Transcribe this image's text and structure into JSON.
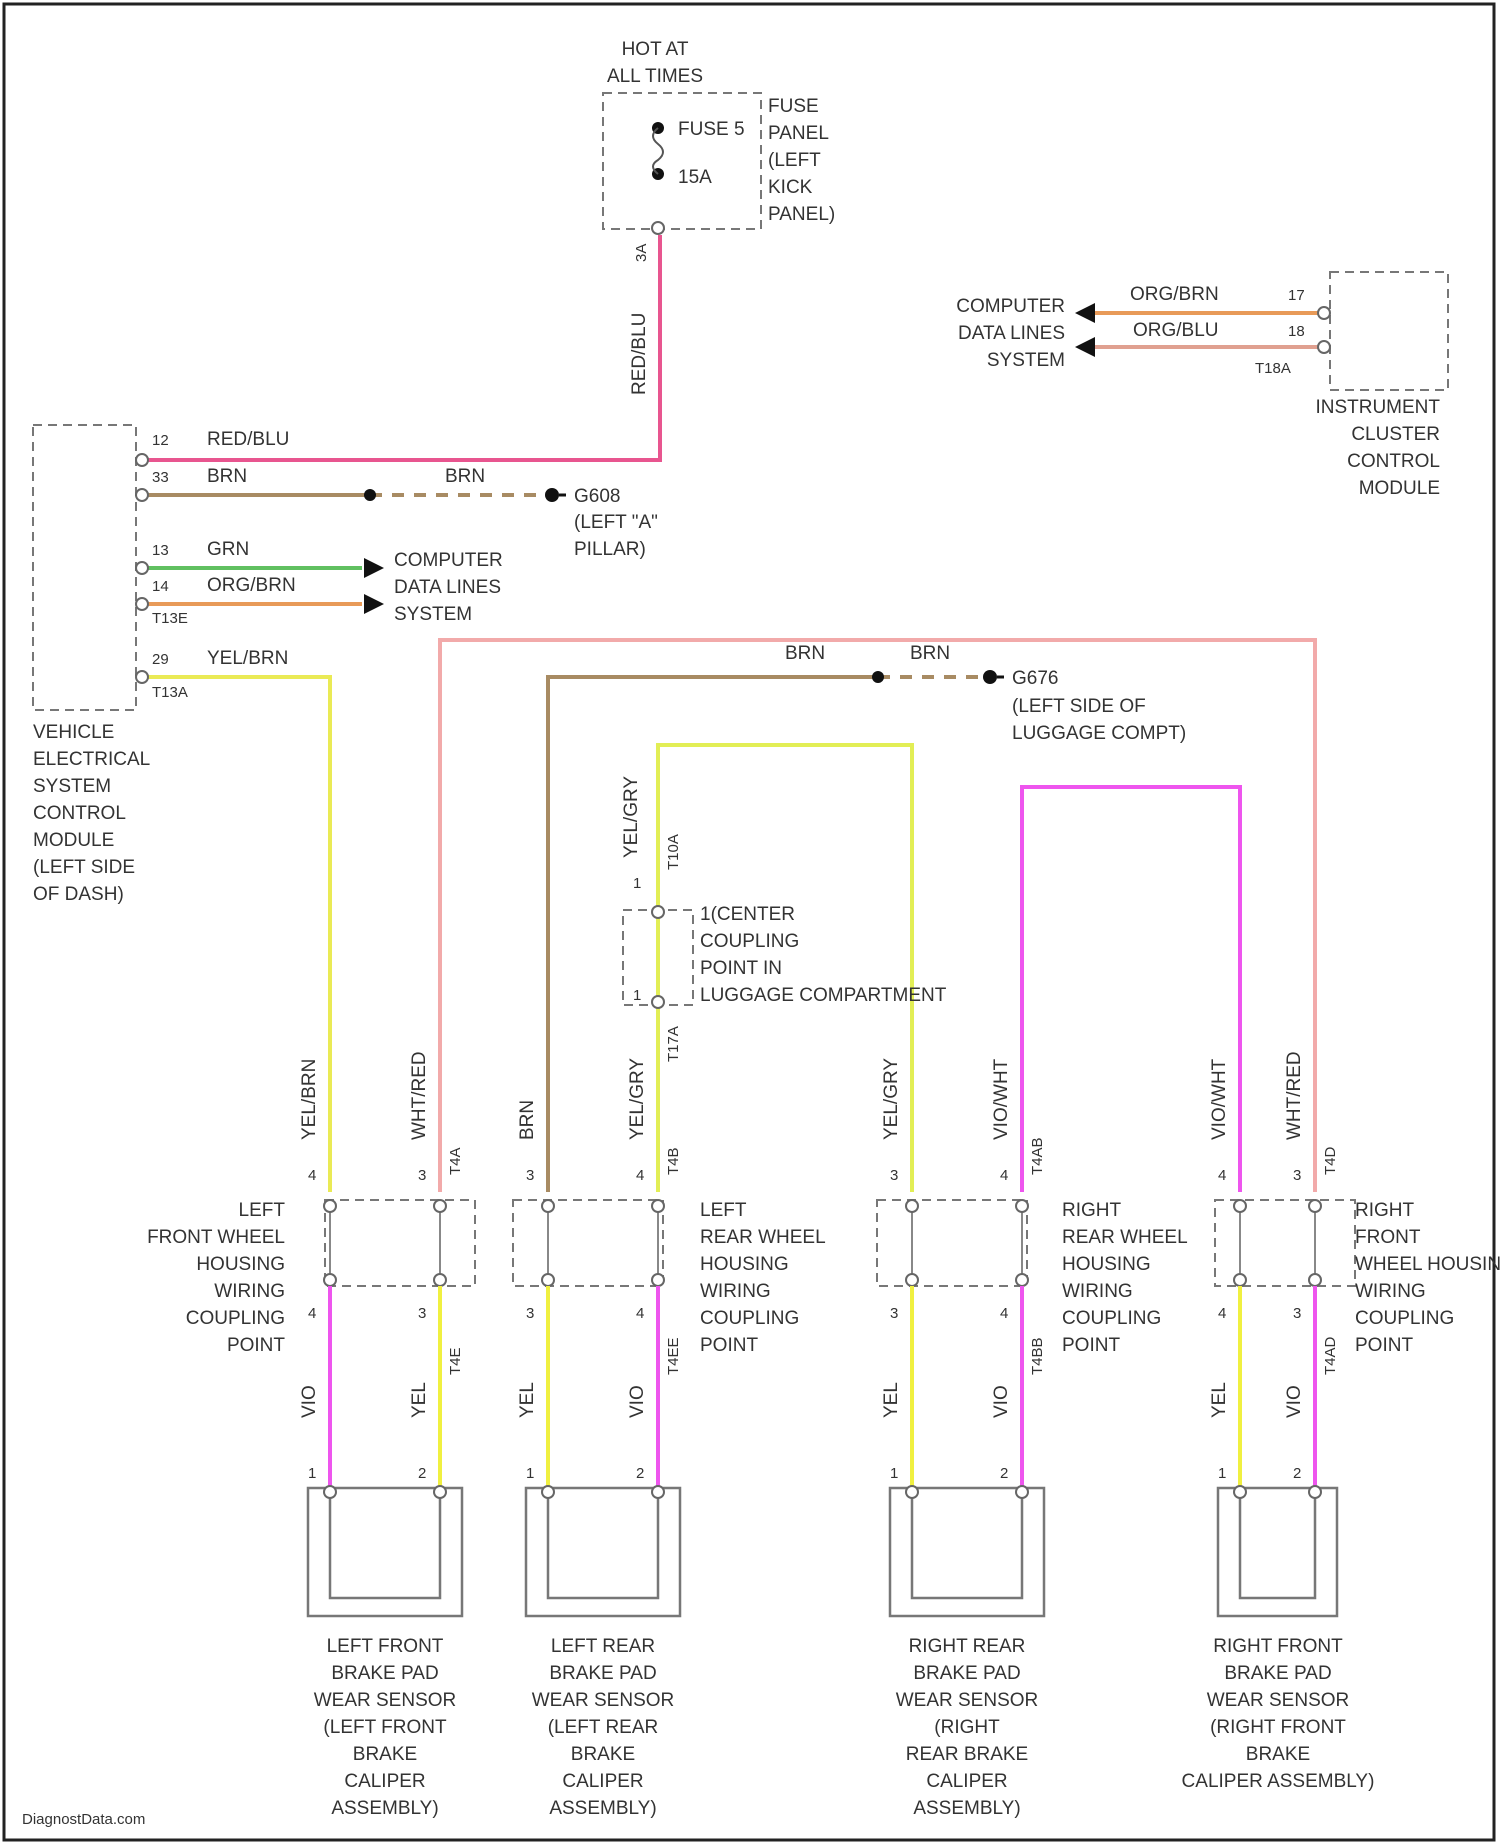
{
  "colors": {
    "red_blu": "#e8558f",
    "brn": "#a88b63",
    "grn": "#60c060",
    "org_brn": "#e89a58",
    "org_blu": "#e0a090",
    "yel_brn": "#eaea55",
    "wht_red": "#f2aaaa",
    "yel_grn": "#e2ee55",
    "vio": "#ee55ee",
    "yel": "#f0f040"
  },
  "fuse": {
    "hot_label": [
      "HOT AT",
      "ALL TIMES"
    ],
    "panel_label": [
      "FUSE",
      "PANEL",
      "(LEFT",
      "KICK",
      "PANEL)"
    ],
    "fuse_name": "FUSE 5",
    "rating": "15A",
    "pin": "3A",
    "wire": "RED/BLU"
  },
  "vesc": {
    "name": [
      "VEHICLE",
      "ELECTRICAL",
      "SYSTEM",
      "CONTROL",
      "MODULE",
      "(LEFT SIDE",
      "OF DASH)"
    ],
    "pins": [
      {
        "pin": "12",
        "wire": "RED/BLU"
      },
      {
        "pin": "33",
        "wire": "BRN"
      },
      {
        "pin": "13",
        "wire": "GRN"
      },
      {
        "pin": "14",
        "wire": "ORG/BRN"
      },
      {
        "pin": "T13E",
        "wire": ""
      },
      {
        "pin": "29",
        "wire": "YEL/BRN"
      },
      {
        "pin": "T13A",
        "wire": ""
      }
    ],
    "brn_continuation": "BRN",
    "ground": "G608",
    "ground_loc": [
      "(LEFT \"A\"",
      "PILLAR)"
    ],
    "data_label": [
      "COMPUTER",
      "DATA LINES",
      "SYSTEM"
    ]
  },
  "icm": {
    "name": [
      "INSTRUMENT",
      "CLUSTER",
      "CONTROL",
      "MODULE"
    ],
    "pins": [
      {
        "pin": "17",
        "wire": "ORG/BRN"
      },
      {
        "pin": "18",
        "wire": "ORG/BLU"
      },
      {
        "pin": "T18A",
        "wire": ""
      }
    ],
    "data_label": [
      "COMPUTER",
      "DATA LINES",
      "SYSTEM"
    ]
  },
  "rear_ground": {
    "wire_left": "BRN",
    "wire_right": "BRN",
    "ground": "G676",
    "loc": [
      "(LEFT SIDE OF",
      "LUGGAGE COMPT)"
    ]
  },
  "center_coupling": {
    "wire": "YEL/GRY",
    "conn_top": "T10A",
    "conn_bottom": "T17A",
    "pin_top": "1",
    "pin_bottom": "1",
    "label": [
      "1(CENTER",
      "COUPLING",
      "POINT IN",
      "LUGGAGE COMPARTMENT"
    ]
  },
  "couplings": [
    {
      "label": [
        "LEFT",
        "FRONT WHEEL",
        "HOUSING",
        "WIRING",
        "COUPLING",
        "POINT"
      ],
      "wires_top": [
        "YEL/BRN",
        "WHT/RED"
      ],
      "conn_top": "T4A",
      "pins_top": [
        "4",
        "3"
      ],
      "pins_bottom": [
        "4",
        "3"
      ],
      "conn_bottom": "T4E",
      "wires_bottom": [
        "VIO",
        "YEL"
      ],
      "sensor_pins": [
        "1",
        "2"
      ],
      "sensor": [
        "LEFT FRONT",
        "BRAKE PAD",
        "WEAR SENSOR",
        "(LEFT FRONT",
        "BRAKE",
        "CALIPER",
        "ASSEMBLY)"
      ]
    },
    {
      "label": [
        "LEFT",
        "REAR WHEEL",
        "HOUSING",
        "WIRING",
        "COUPLING",
        "POINT"
      ],
      "wires_top": [
        "BRN",
        "YEL/GRY"
      ],
      "conn_top": "T4B",
      "pins_top": [
        "3",
        "4"
      ],
      "pins_bottom": [
        "3",
        "4"
      ],
      "conn_bottom": "T4EE",
      "wires_bottom": [
        "YEL",
        "VIO"
      ],
      "sensor_pins": [
        "1",
        "2"
      ],
      "sensor": [
        "LEFT REAR",
        "BRAKE PAD",
        "WEAR SENSOR",
        "(LEFT REAR",
        "BRAKE",
        "CALIPER",
        "ASSEMBLY)"
      ]
    },
    {
      "label": [
        "RIGHT",
        "REAR WHEEL",
        "HOUSING",
        "WIRING",
        "COUPLING",
        "POINT"
      ],
      "wires_top": [
        "YEL/GRY",
        "VIO/WHT"
      ],
      "conn_top": "T4AB",
      "pins_top": [
        "3",
        "4"
      ],
      "pins_bottom": [
        "3",
        "4"
      ],
      "conn_bottom": "T4BB",
      "wires_bottom": [
        "YEL",
        "VIO"
      ],
      "sensor_pins": [
        "1",
        "2"
      ],
      "sensor": [
        "RIGHT REAR",
        "BRAKE PAD",
        "WEAR SENSOR",
        "(RIGHT",
        "REAR BRAKE",
        "CALIPER",
        "ASSEMBLY)"
      ]
    },
    {
      "label": [
        "RIGHT",
        "FRONT",
        "WHEEL HOUSING",
        "WIRING",
        "COUPLING",
        "POINT"
      ],
      "wires_top": [
        "VIO/WHT",
        "WHT/RED"
      ],
      "conn_top": "T4D",
      "pins_top": [
        "4",
        "3"
      ],
      "pins_bottom": [
        "4",
        "3"
      ],
      "conn_bottom": "T4AD",
      "wires_bottom": [
        "YEL",
        "VIO"
      ],
      "sensor_pins": [
        "1",
        "2"
      ],
      "sensor": [
        "RIGHT FRONT",
        "BRAKE PAD",
        "WEAR SENSOR",
        "(RIGHT FRONT",
        "BRAKE",
        "CALIPER ASSEMBLY)"
      ]
    }
  ],
  "watermark": "DiagnostData.com"
}
